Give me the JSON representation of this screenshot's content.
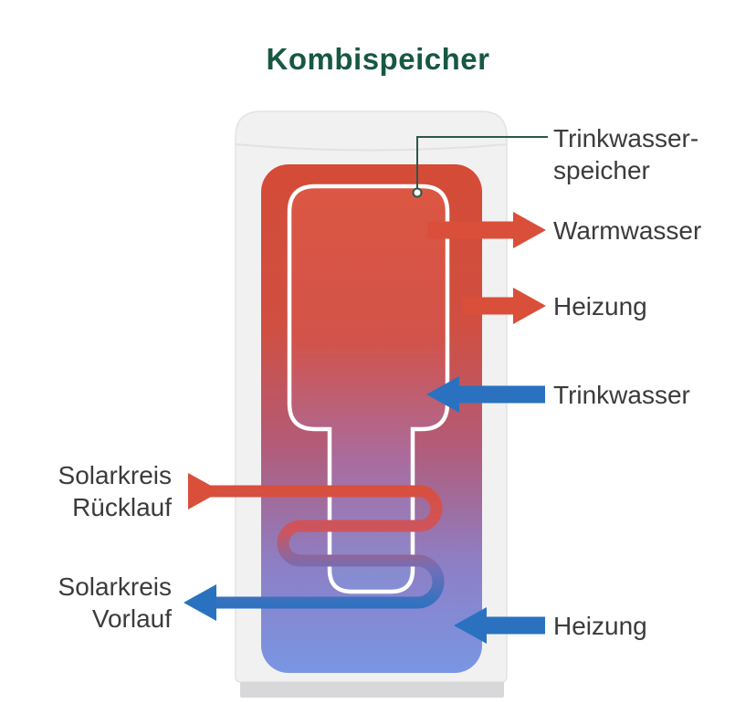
{
  "title": "Kombispeicher",
  "colors": {
    "title": "#175843",
    "text": "#3b3b3b",
    "hot": "#d94f3a",
    "cold": "#2a72c0",
    "shell": "#f1f1f2",
    "base": "#d8d8da",
    "callout": "#2d574a"
  },
  "tank": {
    "inner_label": {
      "line1": "Trinkwasser-",
      "line2": "speicher"
    }
  },
  "connections": {
    "warmwasser": {
      "label": "Warmwasser"
    },
    "heizung_top": {
      "label": "Heizung"
    },
    "trinkwasser": {
      "label": "Trinkwasser"
    },
    "solar_ruecklauf": {
      "line1": "Solarkreis",
      "line2": "Rücklauf"
    },
    "solar_vorlauf": {
      "line1": "Solarkreis",
      "line2": "Vorlauf"
    },
    "heizung_bottom": {
      "label": "Heizung"
    }
  }
}
